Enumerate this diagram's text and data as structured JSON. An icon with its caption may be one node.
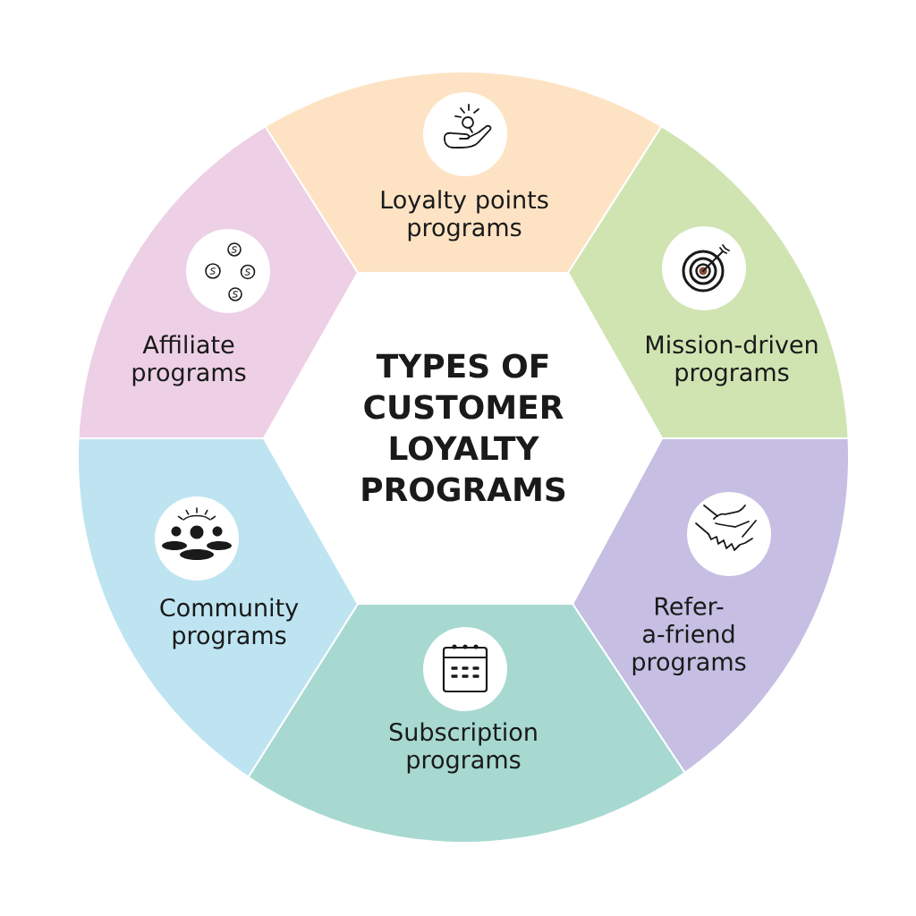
{
  "diagram": {
    "nodes": [
      {
        "text": [
          "TYPES OF CUSTOMER LOYALTY PROGRAMS"
        ]
      },
      {
        "text": [
          "Loyalty points programs"
        ]
      },
      {
        "text": [
          "Mission-driven programs"
        ]
      },
      {
        "text": [
          "Refer-a-friend programs"
        ]
      },
      {
        "text": [
          "Subscription programs"
        ]
      },
      {
        "text": [
          "Community programs"
        ]
      },
      {
        "text": [
          "Affiliate programs"
        ]
      }
    ]
  }
}
